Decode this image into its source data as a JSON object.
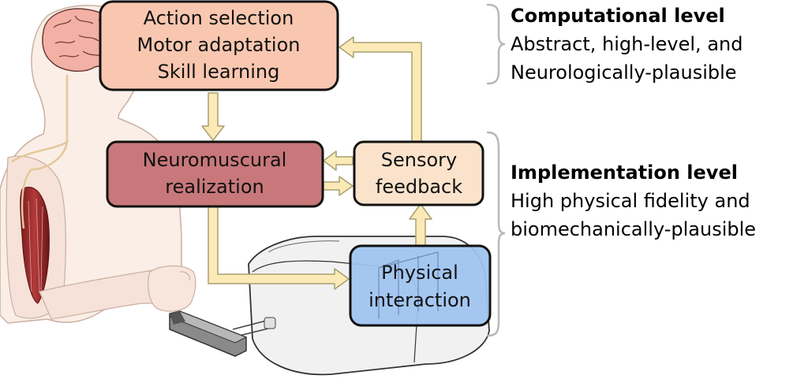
{
  "boxes": {
    "computational": {
      "lines": [
        "Action selection",
        "Motor adaptation",
        "Skill learning"
      ],
      "fill": "#f9c7b0"
    },
    "neuromuscular": {
      "lines": [
        "Neuromuscural",
        "realization"
      ],
      "fill": "#c8787a"
    },
    "sensory": {
      "lines": [
        "Sensory",
        "feedback"
      ],
      "fill": "#fbe3cb"
    },
    "physical": {
      "lines": [
        "Physical",
        "interaction"
      ],
      "fill": "#9fc4ef"
    }
  },
  "levels": {
    "computational": {
      "title": "Computational level",
      "desc": [
        "Abstract, high-level, and",
        "Neurologically-plausible"
      ]
    },
    "implementation": {
      "title": "Implementation level",
      "desc": [
        "High physical fidelity and",
        "biomechanically-plausible"
      ]
    }
  },
  "colors": {
    "arrow_fill": "#fbeab6",
    "arrow_stroke": "#a8a070",
    "box_stroke": "#111111",
    "brace": "#b8b8b8"
  }
}
